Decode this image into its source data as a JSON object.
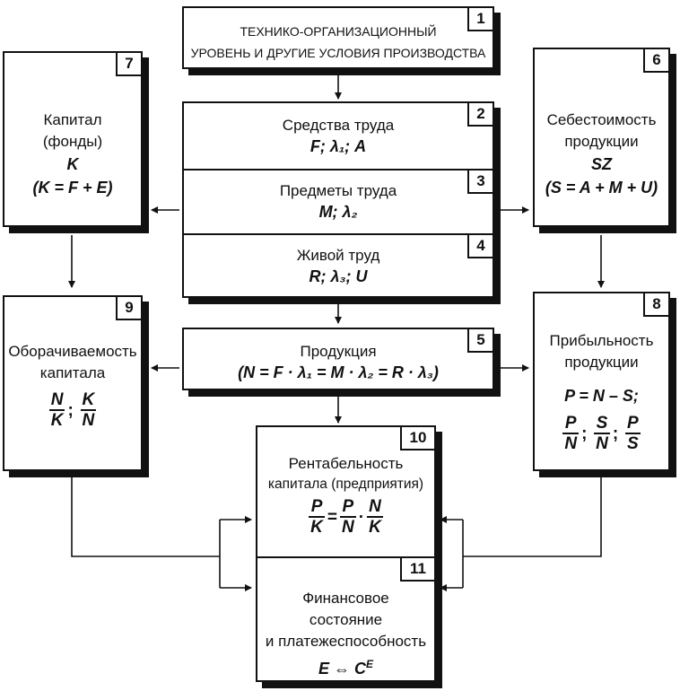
{
  "box1": {
    "number": "1",
    "line1": "ТЕХНИКО-ОРГАНИЗАЦИОННЫЙ",
    "line2": "УРОВЕНЬ И ДРУГИЕ УСЛОВИЯ ПРОИЗВОДСТВА"
  },
  "box2": {
    "number": "2",
    "title": "Средства труда",
    "formula": "F;  λ₁;  A"
  },
  "box3": {
    "number": "3",
    "title": "Предметы труда",
    "formula": "M; λ₂"
  },
  "box4": {
    "number": "4",
    "title": "Живой труд",
    "formula": "R;  λ₃;  U"
  },
  "box5": {
    "number": "5",
    "title": "Продукция",
    "formula": "(N = F · λ₁ = M · λ₂ = R · λ₃)"
  },
  "box6": {
    "number": "6",
    "line1": "Себестоимость",
    "line2": "продукции",
    "symbol": "SZ",
    "formula": "(S = A + M + U)"
  },
  "box7": {
    "number": "7",
    "line1": "Капитал",
    "line2": "(фонды)",
    "symbol": "K",
    "formula": "(K = F + E)"
  },
  "box8": {
    "number": "8",
    "line1": "Прибыльность",
    "line2": "продукции",
    "formula": "P = N – S;",
    "ratios": [
      {
        "num": "P",
        "den": "N"
      },
      {
        "num": "S",
        "den": "N"
      },
      {
        "num": "P",
        "den": "S"
      }
    ],
    "separator": ";"
  },
  "box9": {
    "number": "9",
    "line1": "Оборачиваемость",
    "line2": "капитала",
    "ratios": [
      {
        "num": "N",
        "den": "K"
      },
      {
        "num": "K",
        "den": "N"
      }
    ],
    "separator": ";"
  },
  "box10": {
    "number": "10",
    "line1": "Рентабельность",
    "line2": "капитала (предприятия)",
    "lhs": {
      "num": "P",
      "den": "K"
    },
    "eq": "=",
    "r1": {
      "num": "P",
      "den": "N"
    },
    "dot": "·",
    "r2": {
      "num": "N",
      "den": "K"
    }
  },
  "box11": {
    "number": "11",
    "line1": "Финансовое",
    "line2": "состояние",
    "line3": "и платежеспособность",
    "formula": "E ⇔ C",
    "superscript": "E"
  }
}
